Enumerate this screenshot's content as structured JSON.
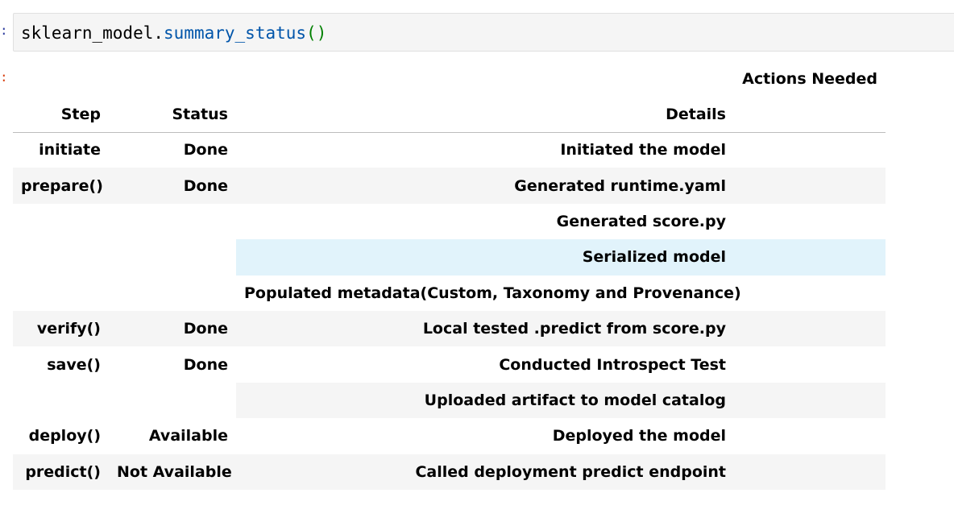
{
  "code": {
    "object": "sklearn_model",
    "dot": ".",
    "method": "summary_status",
    "parens": "()"
  },
  "table": {
    "super_header": "Actions Needed",
    "headers": {
      "step": "Step",
      "status": "Status",
      "details": "Details"
    },
    "rows": [
      {
        "step": "initiate",
        "status": "Done",
        "details": "Initiated the model"
      },
      {
        "step": "prepare()",
        "status": "Done",
        "details": "Generated runtime.yaml"
      },
      {
        "step": "",
        "status": "",
        "details": "Generated score.py"
      },
      {
        "step": "",
        "status": "",
        "details": "Serialized model"
      },
      {
        "step": "",
        "status": "",
        "details": "Populated metadata(Custom, Taxonomy and Provenance)"
      },
      {
        "step": "verify()",
        "status": "Done",
        "details": "Local tested .predict from score.py"
      },
      {
        "step": "save()",
        "status": "Done",
        "details": "Conducted Introspect Test"
      },
      {
        "step": "",
        "status": "",
        "details": "Uploaded artifact to model catalog"
      },
      {
        "step": "deploy()",
        "status": "Available",
        "details": "Deployed the model"
      },
      {
        "step": "predict()",
        "status": "Not Available",
        "details": "Called deployment predict endpoint"
      }
    ]
  },
  "colors": {
    "code_attr": "#0055aa",
    "code_paren": "#008000",
    "row_stripe": "#f5f5f5",
    "row_hover": "#e1f3fb"
  }
}
